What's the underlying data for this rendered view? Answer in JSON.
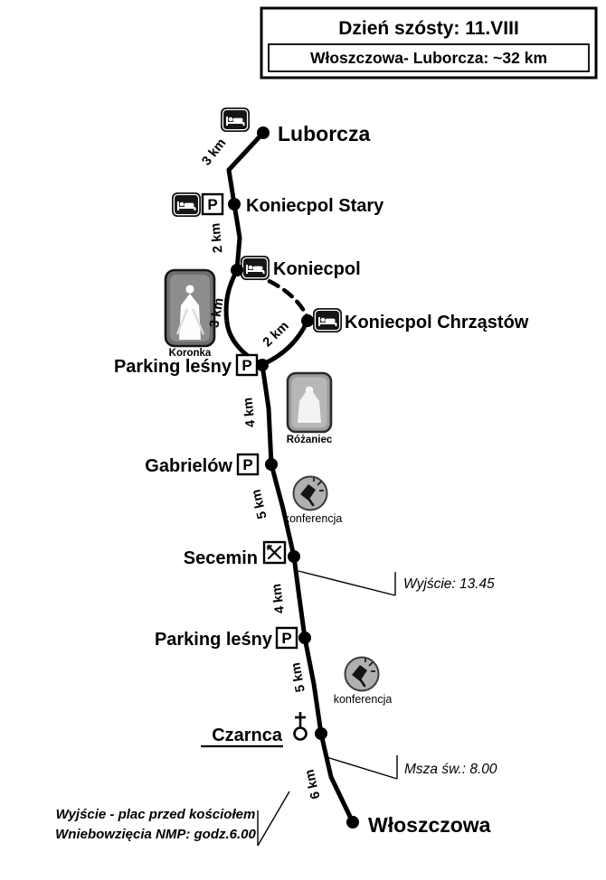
{
  "header": {
    "line1": "Dzień szósty: 11.VIII",
    "line2": "Włoszczowa- Luborcza: ~32 km"
  },
  "stops": {
    "luborcza": "Luborcza",
    "koniecpol_stary": "Koniecpol Stary",
    "koniecpol": "Koniecpol",
    "koniecpol_chrzastow": "Koniecpol Chrząstów",
    "parking_lesny_1": "Parking leśny",
    "gabrielow": "Gabrielów",
    "secemin": "Secemin",
    "parking_lesny_2": "Parking leśny",
    "czarnca": "Czarnca",
    "wloszczowa": "Włoszczowa"
  },
  "distances": {
    "luborcza_koniecpol_stary": "3 km",
    "koniecpol_stary_koniecpol": "2 km",
    "koniecpol_parking": "3 km",
    "chrzastow_parking": "2 km",
    "parking_gabrielow": "4 km",
    "gabrielow_secemin": "5 km",
    "secemin_parking": "4 km",
    "parking_czarnca": "5 km",
    "czarnca_wloszczowa": "6 km"
  },
  "icons": {
    "parking_letter": "P",
    "lodging_icon": "bed-in-dark-rounded-square",
    "restaurant_icon": "crossed-fork-and-knife",
    "church_icon": "cross-over-circle",
    "conference_icon": "megaphone-in-gray-circle"
  },
  "pictures": {
    "koronka": "Koronka",
    "rozaniec": "Różaniec"
  },
  "labels": {
    "konferencja": "konferencja"
  },
  "annotations": {
    "secemin_departure": "Wyjście: 13.45",
    "mass": "Msza św.: 8.00",
    "start_note_line1": "Wyjście - plac przed kościołem",
    "start_note_line2": "Wniebowzięcia NMP: godz.6.00"
  },
  "colors": {
    "route": "#000000",
    "icon_dark": "#161616",
    "picture_gray": "#6f6f6f",
    "conference_gray": "#b0b0b0"
  }
}
